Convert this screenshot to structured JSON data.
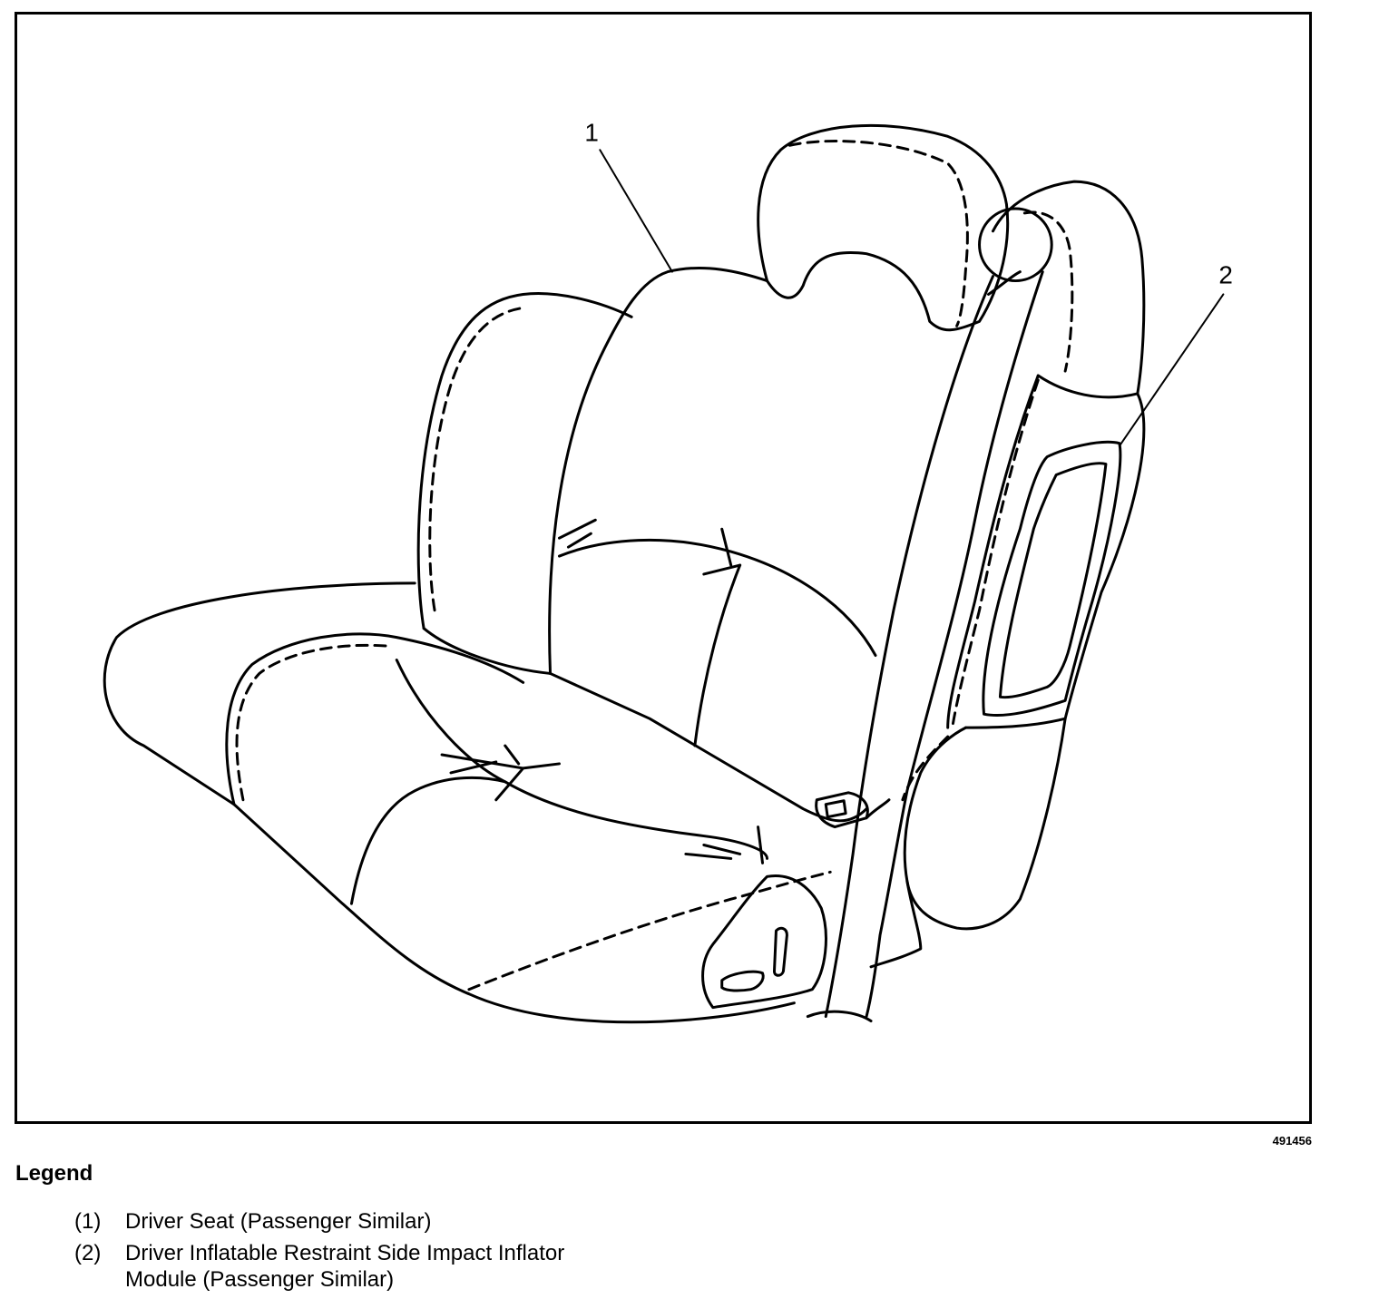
{
  "figure_id": "491456",
  "callouts": {
    "c1": "1",
    "c2": "2"
  },
  "legend": {
    "title": "Legend",
    "items": [
      {
        "num": "(1)",
        "text": "Driver Seat (Passenger Similar)"
      },
      {
        "num": "(2)",
        "text": "Driver Inflatable Restraint Side Impact Inflator Module (Passenger Similar)"
      }
    ]
  }
}
